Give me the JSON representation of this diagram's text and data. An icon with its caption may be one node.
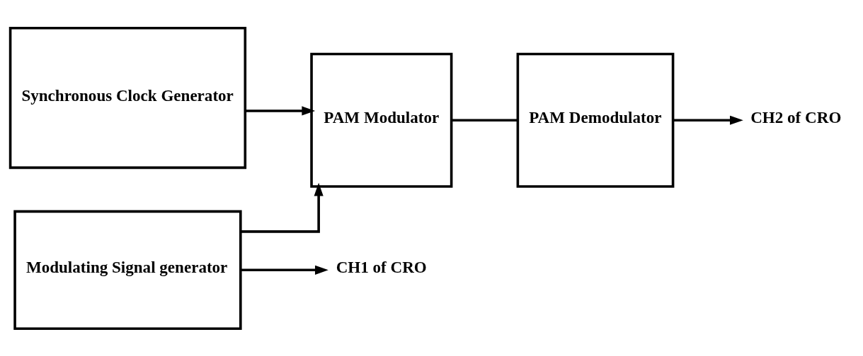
{
  "diagram": {
    "nodes": [
      {
        "text": [
          "Modulating Signal generator"
        ]
      },
      {
        "text": [
          "Synchronous Clock Generator"
        ]
      },
      {
        "text": [
          "PAM Modulator"
        ]
      },
      {
        "text": [
          "PAM Demodulator"
        ]
      },
      {
        "text": [
          "CH1 of CRO"
        ]
      },
      {
        "text": [
          "CH2 of CRO"
        ]
      }
    ],
    "edges": [
      {
        "from": 0,
        "to": 4,
        "arrow": "to"
      },
      {
        "from": 0,
        "to": 2,
        "arrow": "to"
      },
      {
        "from": 1,
        "to": 2,
        "arrow": "to"
      },
      {
        "from": 2,
        "to": 3,
        "arrow": "none"
      },
      {
        "from": 3,
        "to": 5,
        "arrow": "to"
      }
    ]
  }
}
